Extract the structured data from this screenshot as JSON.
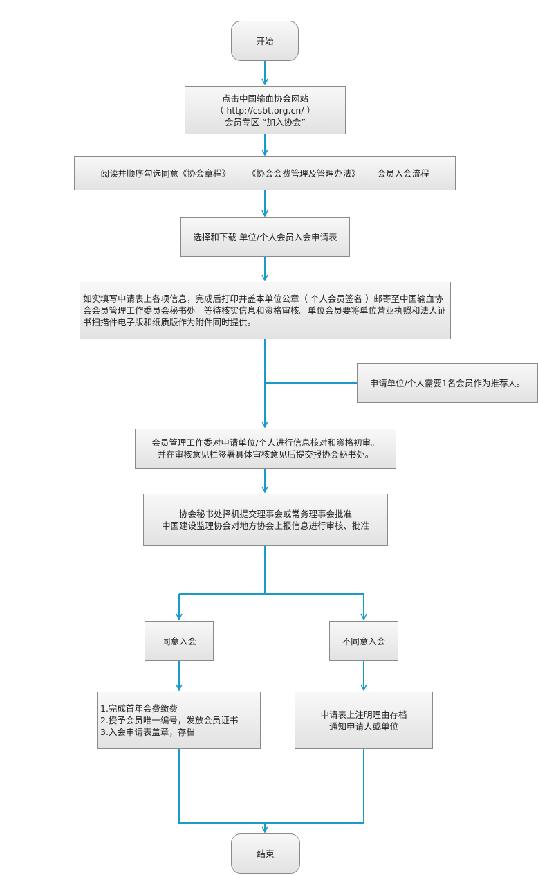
{
  "nodes": {
    "start": {
      "lines": [
        "开始"
      ]
    },
    "visit_site": {
      "lines": [
        "点击中国输血协会网站",
        "（ http://csbt.org.cn/ ）",
        "会员专区 “加入协会”"
      ]
    },
    "read_agree": {
      "lines": [
        "阅读并顺序勾选同意《协会章程》——《协会会费管理及管理办法》——会员入会流程"
      ]
    },
    "download_form": {
      "lines": [
        "选择和下载 单位/个人会员入会申请表"
      ]
    },
    "fill_form": {
      "text": "如实填写申请表上各项信息，完成后打印并盖本单位公章（ 个人会员签名 ）邮寄至中国输血协会会员管理工作委员会秘书处。等待核实信息和资格审核。单位会员要将单位营业执照和法人证书扫描件电子版和纸质版作为附件同时提供。"
    },
    "recommender": {
      "lines": [
        "申请单位/个人需要1名会员作为推荐人。"
      ]
    },
    "committee_review": {
      "lines": [
        "会员管理工作委对申请单位/个人进行信息核对和资格初审。",
        "并在审核意见栏签署具体审核意见后提交报协会秘书处。"
      ]
    },
    "secretariat": {
      "lines": [
        "协会秘书处择机提交理事会或常务理事会批准",
        "中国建设监理协会对地方协会上报信息进行审核、批准"
      ]
    },
    "approve": {
      "lines": [
        "同意入会"
      ]
    },
    "reject": {
      "lines": [
        "不同意入会"
      ]
    },
    "approve_steps": {
      "lines": [
        "1.完成首年会费缴费",
        "2.授予会员唯一编号，发放会员证书",
        "3.入会申请表盖章，存档"
      ]
    },
    "reject_steps": {
      "lines": [
        "申请表上注明理由存档",
        "通知申请人或单位"
      ]
    },
    "end": {
      "lines": [
        "结束"
      ]
    }
  },
  "colors": {
    "connector": "#1a9bc7",
    "box_border": "#8a8a8a"
  }
}
